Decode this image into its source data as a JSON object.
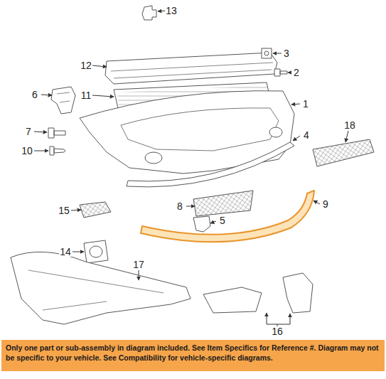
{
  "diagram": {
    "nodes": [
      {
        "text": [
          "Only one part or sub-assembly in diagram included. See Item Specifics for Reference #. Diagram may not be specific to your vehicle. See Compatibility for vehicle-specific diagrams."
        ]
      }
    ],
    "labels": [
      "13",
      "12",
      "3",
      "2",
      "6",
      "11",
      "1",
      "7",
      "10",
      "4",
      "18",
      "8",
      "9",
      "15",
      "5",
      "14",
      "17",
      "16"
    ]
  }
}
